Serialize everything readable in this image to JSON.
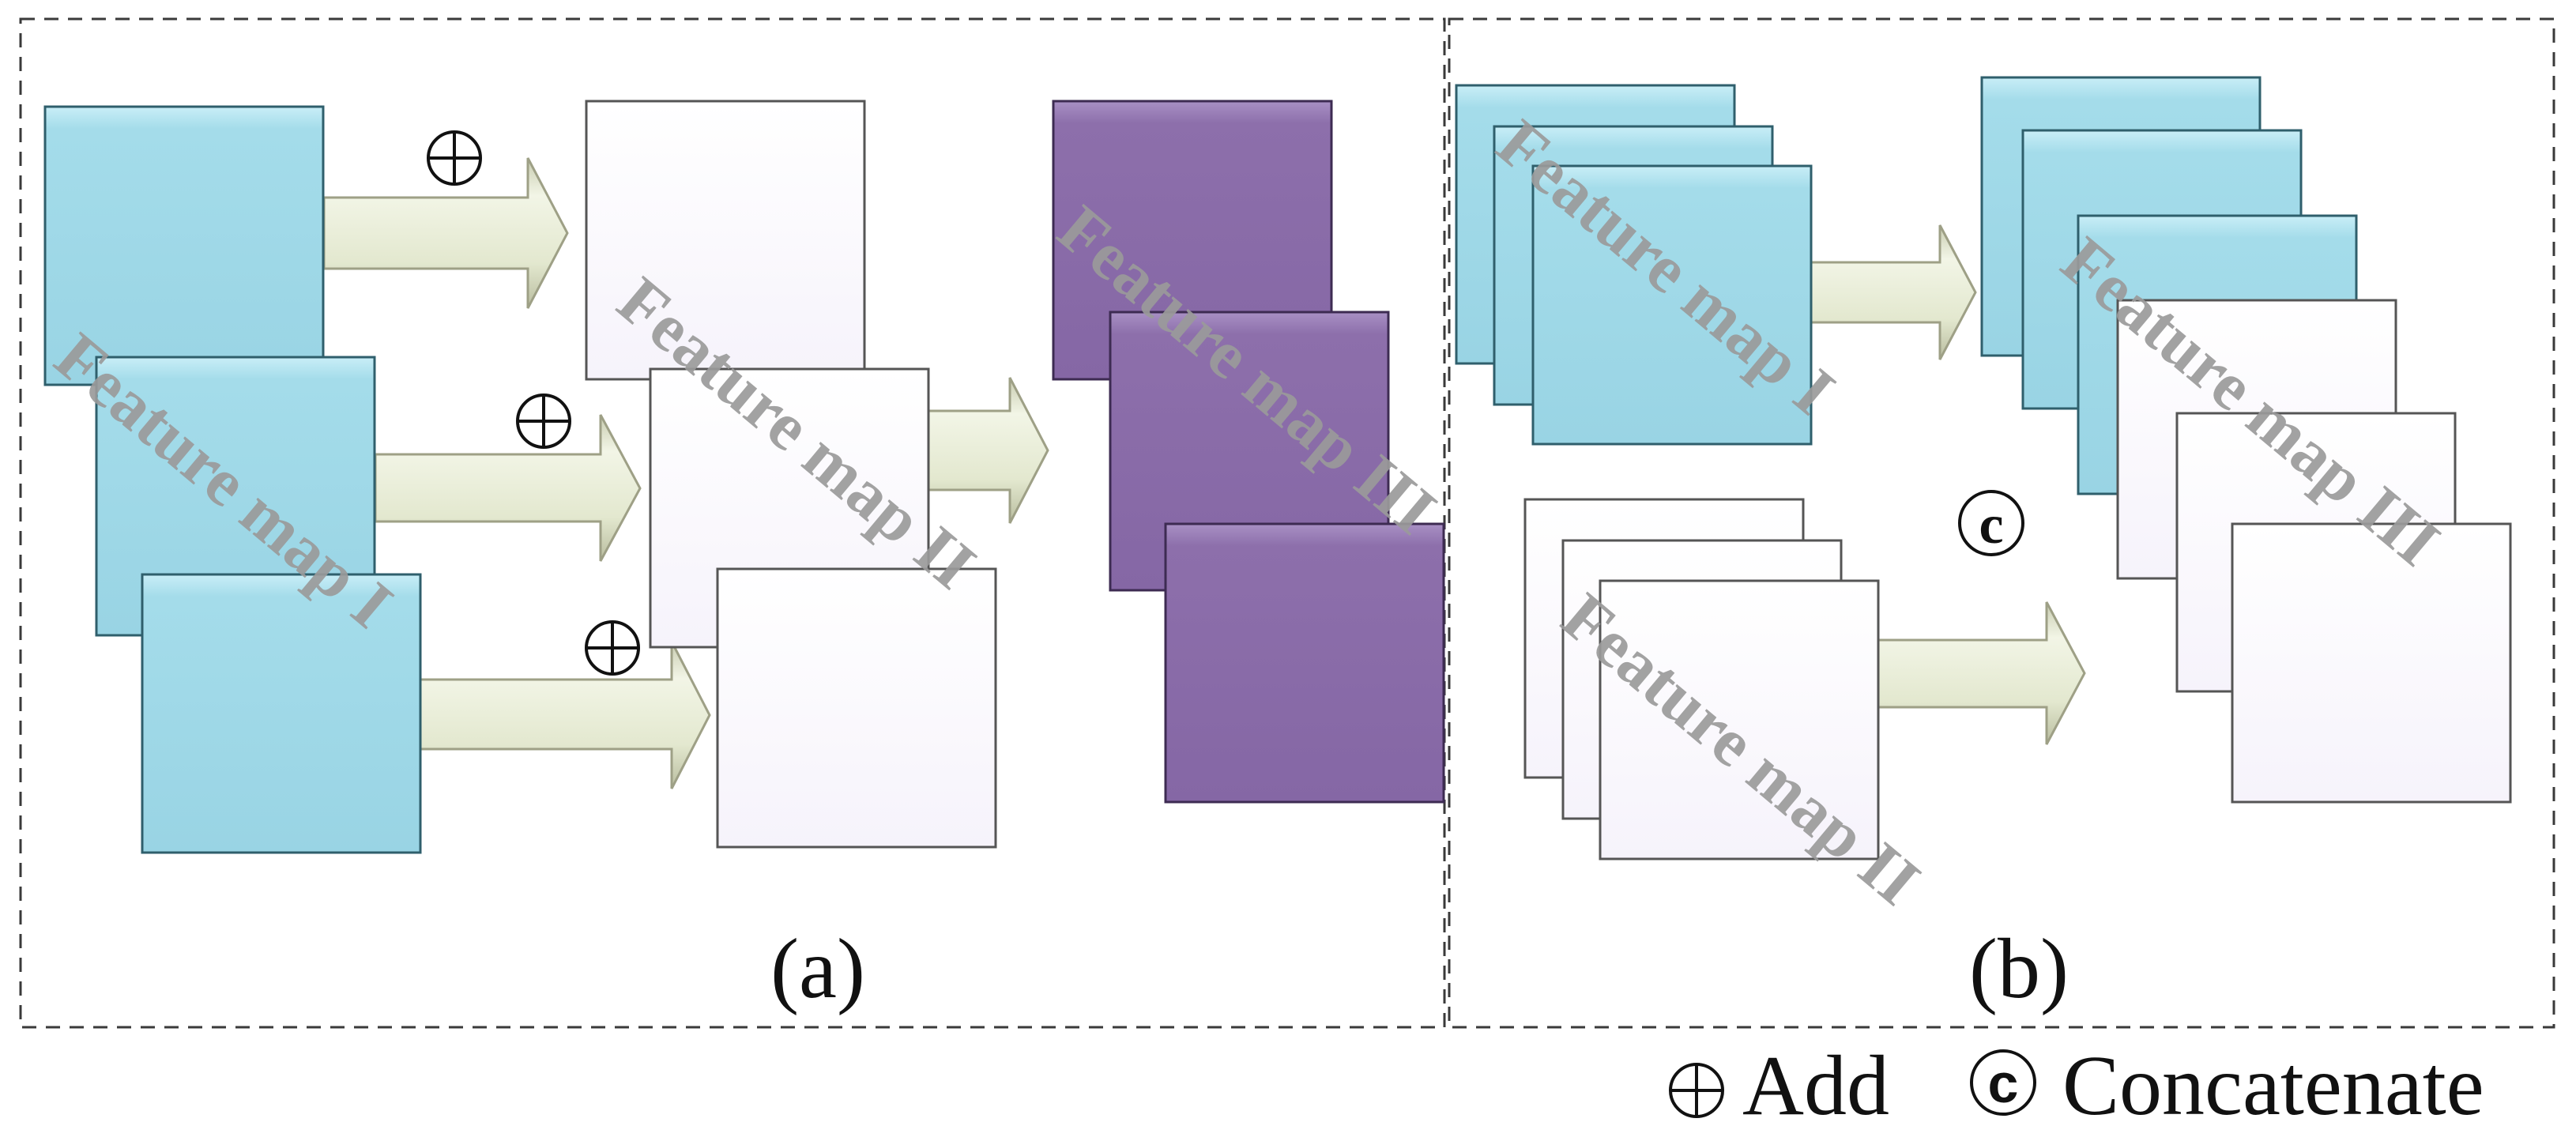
{
  "panels": {
    "a": {
      "caption": "(a)",
      "feature_map_1": "Feature map I",
      "feature_map_2": "Feature map II",
      "feature_map_3": "Feature map III"
    },
    "b": {
      "caption": "(b)",
      "feature_map_1": "Feature map I",
      "feature_map_2": "Feature map II",
      "feature_map_3": "Feature map III"
    }
  },
  "legend": {
    "add_symbol": "⊕",
    "add_label": "Add",
    "concat_symbol": "c",
    "concat_label": "Concatenate"
  },
  "colors": {
    "feature_map_1": "#9fd9e8",
    "feature_map_2": "#f8f5fd",
    "feature_map_3": "#8a6aa8",
    "arrow": "#e6ebd5",
    "border": "#3a3a3a"
  }
}
